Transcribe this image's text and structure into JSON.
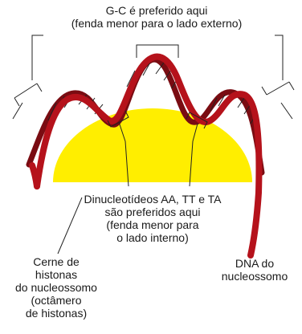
{
  "labels": {
    "top": [
      "G-C é preferido aqui",
      "(fenda menor para o lado externo)"
    ],
    "center": [
      "Dinucleotídeos AA, TT e TA",
      "são preferidos aqui",
      "(fenda menor para",
      "o lado interno)"
    ],
    "core": [
      "Cerne de",
      "histonas",
      "do nucleossomo",
      "(octâmero",
      "de histonas)"
    ],
    "dna": [
      "DNA do",
      "nucleossomo"
    ]
  },
  "colors": {
    "core": "#ffee00",
    "strand_front": "#b5121b",
    "strand_back": "#7a0c12",
    "rungs": "#222222",
    "leader_lines": "#222222"
  }
}
